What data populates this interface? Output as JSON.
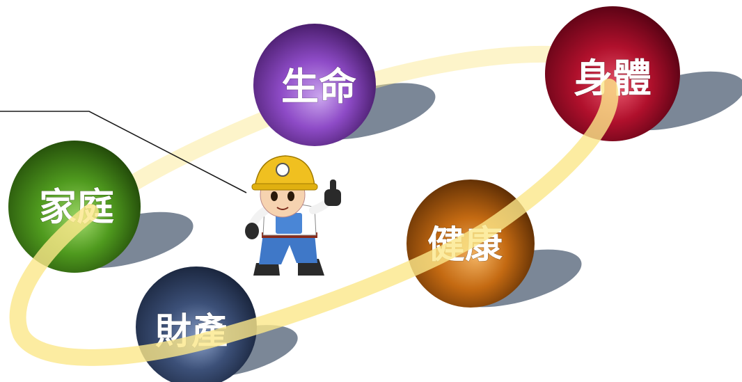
{
  "spheres": [
    {
      "id": "life",
      "label": "生命",
      "color": "#8e4bc7",
      "light": "#cba6ee",
      "dark": "#3a1358"
    },
    {
      "id": "body",
      "label": "身體",
      "color": "#b0102c",
      "light": "#e8566c",
      "dark": "#4a0010"
    },
    {
      "id": "family",
      "label": "家庭",
      "color": "#4f9a1e",
      "light": "#9fd86a",
      "dark": "#1b3d06"
    },
    {
      "id": "health",
      "label": "健康",
      "color": "#c46a12",
      "light": "#f2b160",
      "dark": "#4d2402"
    },
    {
      "id": "wealth",
      "label": "財產",
      "color": "#3c5078",
      "light": "#8aa0c8",
      "dark": "#141e33"
    }
  ],
  "colors": {
    "ribbon": "#fbe789",
    "shadow": "#7b8797",
    "pointer": "#1a1a1a"
  },
  "icons": {
    "mascot": "construction-worker-thumbs-up-icon"
  }
}
